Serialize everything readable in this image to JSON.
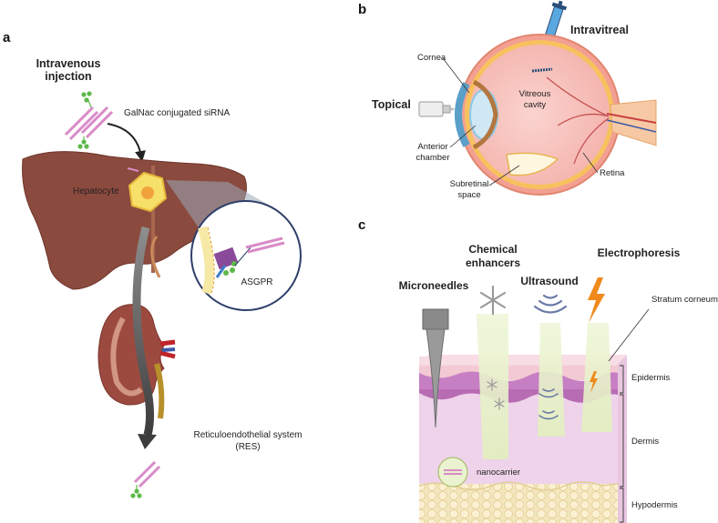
{
  "panel_a": {
    "letter": "a",
    "route_line1": "Intravenous",
    "route_line2": "injection",
    "galnac_label": "GalNac conjugated siRNA",
    "hepatocyte_label": "Hepatocyte",
    "asgpr_label": "ASGPR",
    "res_line1": "Reticuloendothelial system",
    "res_line2": "(RES)"
  },
  "panel_b": {
    "letter": "b",
    "intravitreal_label": "Intravitreal",
    "topical_label": "Topical",
    "cornea_label": "Cornea",
    "vitreous_line1": "Vitreous",
    "vitreous_line2": "cavity",
    "anterior_line1": "Anterior",
    "anterior_line2": "chamber",
    "subretinal_line1": "Subretinal",
    "subretinal_line2": "space",
    "retina_label": "Retina"
  },
  "panel_c": {
    "letter": "c",
    "chemical_line1": "Chemical",
    "chemical_line2": "enhancers",
    "electrophoresis_label": "Electrophoresis",
    "microneedles_label": "Microneedles",
    "ultrasound_label": "Ultrasound",
    "stratum_label": "Stratum corneum",
    "epidermis_label": "Epidermis",
    "dermis_label": "Dermis",
    "hypodermis_label": "Hypodermis",
    "nanocarrier_label": "nanocarrier"
  },
  "colors": {
    "liver": "#8b4a3e",
    "hepatocyte": "#f7e06a",
    "sirna": "#d98bc7",
    "galnac": "#5fb84a",
    "receptor": "#8a4a9a",
    "eye_sclera": "#f3a093",
    "cornea": "#8fc7e3",
    "skin_epidermis": "#c77fc4",
    "skin_dermis": "#eed3ea",
    "hypodermis": "#f2e2b5",
    "light_beam": "#e7f1c6",
    "lightning": "#f08a1c",
    "ultrasound": "#6a7aa6"
  },
  "icons": [
    "syringe-icon",
    "eye-drop-bottle-icon",
    "microneedle-icon",
    "asterisk-icon",
    "ultrasound-wave-icon",
    "lightning-icon",
    "arrow-icon"
  ]
}
